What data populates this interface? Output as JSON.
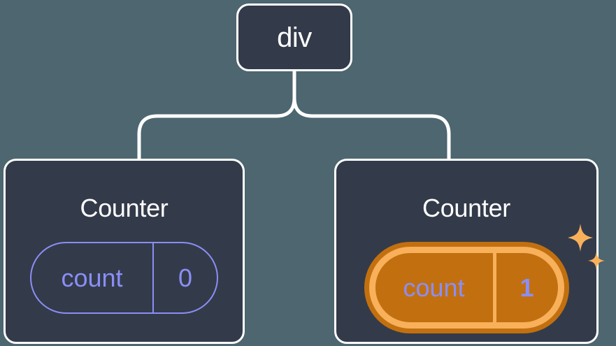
{
  "diagram": {
    "type": "component-tree",
    "title_text_present": false,
    "background_color": "#4d6670",
    "node_fill_color": "#333b4a",
    "node_border_color": "#ffffff",
    "connector_color": "#ffffff",
    "accent_color": "#8b8ef7",
    "highlight_color": "#f8b05a",
    "highlight_shadow_color": "#c2700f"
  },
  "root": {
    "label": "div"
  },
  "children": [
    {
      "title": "Counter",
      "state": {
        "key": "count",
        "value": "0"
      },
      "highlighted": false
    },
    {
      "title": "Counter",
      "state": {
        "key": "count",
        "value": "1"
      },
      "highlighted": true,
      "sparkle_icons": [
        "sparkle-large",
        "sparkle-small"
      ]
    }
  ]
}
